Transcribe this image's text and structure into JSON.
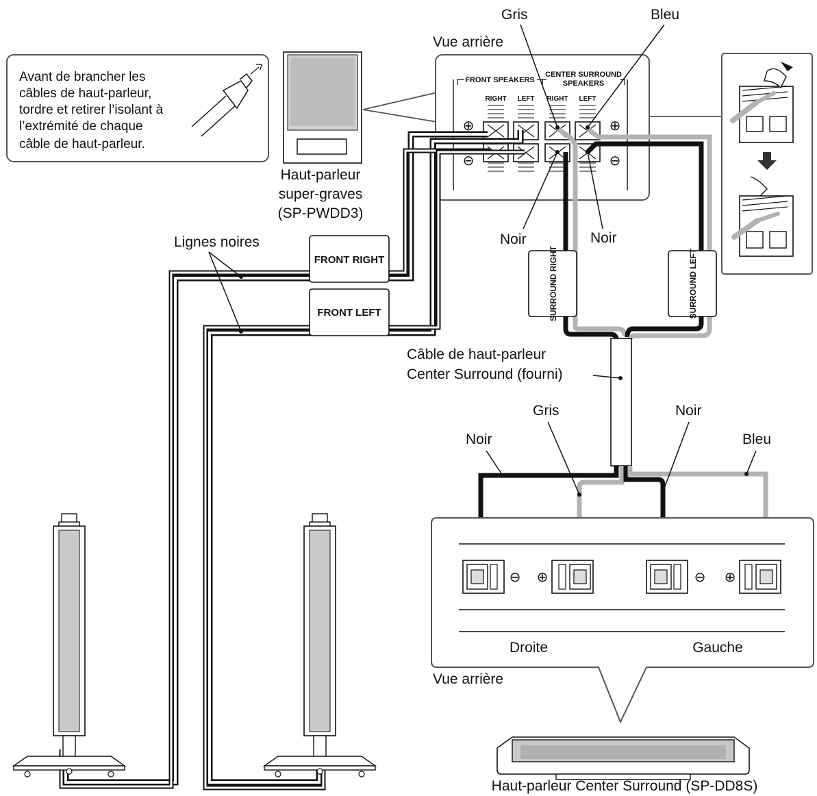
{
  "colors": {
    "black_wire": "#111111",
    "gray_wire": "#b3b3b3",
    "panel_stroke": "#555555",
    "grille": "#cfcfcf"
  },
  "tip_box": {
    "lines": [
      "Avant de brancher les",
      "câbles de haut-parleur,",
      "tordre et retirer l’isolant à",
      "l’extrémité de chaque",
      "câble de haut-parleur."
    ]
  },
  "subwoofer": {
    "lines": [
      "Haut-parleur",
      "super-graves",
      "(SP-PWDD3)"
    ]
  },
  "rear_panel": {
    "view_label": "Vue arrière",
    "front_speakers": "FRONT SPEAKERS",
    "center_surround_line1": "CENTER SURROUND",
    "center_surround_line2": "SPEAKERS",
    "right": "RIGHT",
    "left": "LEFT",
    "right2": "RIGHT",
    "left2": "LEFT",
    "plus": "⊕",
    "minus": "⊖"
  },
  "wire_labels": {
    "gris_top": "Gris",
    "bleu_top": "Bleu",
    "noir_left": "Noir",
    "noir_right": "Noir",
    "lignes_noires": "Lignes noires",
    "noir_bottom_left": "Noir",
    "gris_bottom": "Gris",
    "noir_bottom_right": "Noir",
    "bleu_bottom": "Bleu"
  },
  "tags": {
    "front_right": "FRONT RIGHT",
    "front_left": "FRONT LEFT",
    "surround_right": "SURROUND RIGHT",
    "surround_left": "SURROUND LEFT"
  },
  "cable_label": {
    "line1": "Câble de haut-parleur",
    "line2": "Center Surround (fourni)"
  },
  "bottom_panel": {
    "droite": "Droite",
    "gauche": "Gauche",
    "view_label": "Vue arrière",
    "minus_1": "⊖",
    "plus_1": "⊕",
    "minus_2": "⊖",
    "plus_2": "⊕"
  },
  "center_speaker": {
    "caption": "Haut-parleur Center Surround (SP-DD8S)"
  }
}
